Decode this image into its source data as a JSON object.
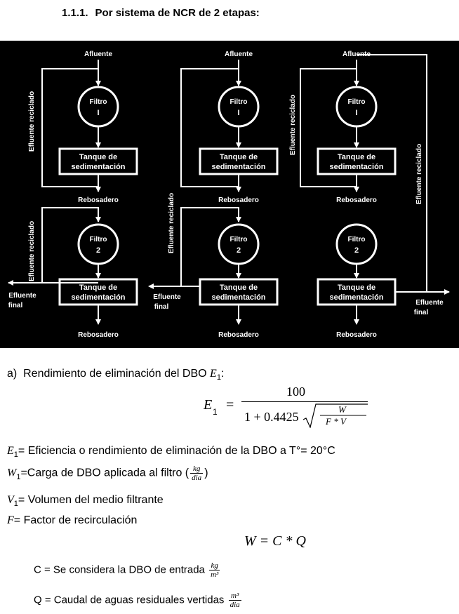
{
  "heading": {
    "number": "1.1.1.",
    "text": "Por sistema de NCR de 2 etapas:"
  },
  "diagram": {
    "afluente": "Afluente",
    "filtro": "Filtro",
    "filter_numbers": [
      "I",
      "2"
    ],
    "tanque_l1": "Tanque de",
    "tanque_l2": "sedimentación",
    "rebosadero": "Rebosadero",
    "efluente_reciclado": "Efluente reciclado",
    "efluente": "Efluente",
    "final": "final"
  },
  "item_a": {
    "prefix": "a)",
    "text": "Rendimiento de eliminación del DBO"
  },
  "formula": {
    "lhs": "E",
    "sub": "1",
    "numerator": "100",
    "denominator_const": "1 + 0.4425",
    "root_num": "W",
    "root_den": "F * V"
  },
  "defs": {
    "e1": "= Eficiencia o rendimiento de eliminación de la DBO a T°= 20°C",
    "w1": "=Carga de DBO aplicada al filtro (",
    "w1_unit_num": "kg",
    "w1_unit_den": "dia",
    "v1": "= Volumen del medio filtrante",
    "f": "= Factor de recirculación"
  },
  "w_formula": "W = C * Q",
  "c_def": {
    "text": "C = Se considera la DBO de entrada",
    "num": "kg",
    "den": "m³"
  },
  "q_def": {
    "text": "Q = Caudal de aguas residuales vertidas",
    "num": "m³",
    "den": "dia"
  }
}
